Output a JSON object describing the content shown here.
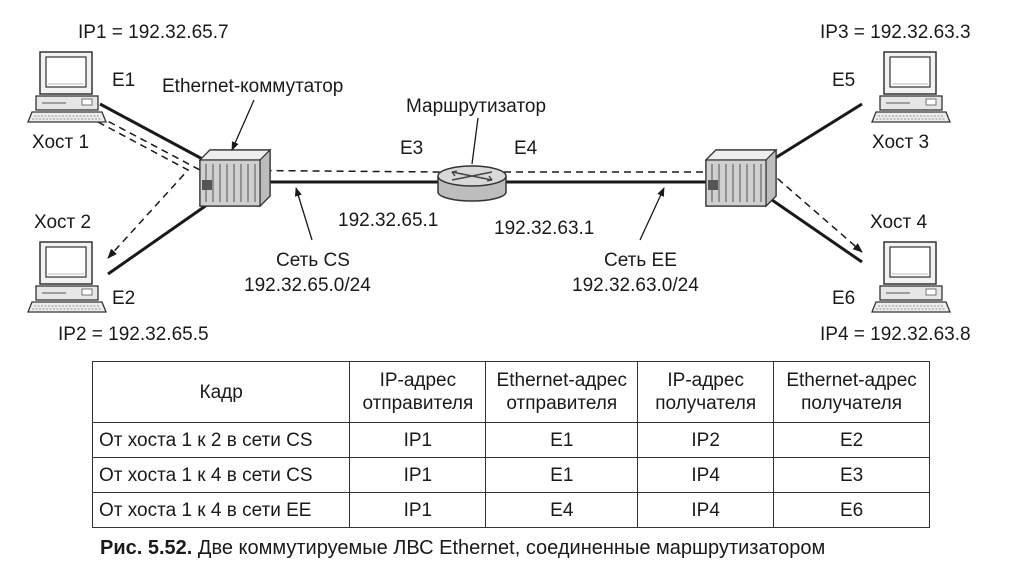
{
  "figure": {
    "host1_ip": "IP1 = 192.32.65.7",
    "host2_ip": "IP2 = 192.32.65.5",
    "host3_ip": "IP3 = 192.32.63.3",
    "host4_ip": "IP4 = 192.32.63.8",
    "host1": "Хост 1",
    "host2": "Хост 2",
    "host3": "Хост 3",
    "host4": "Хост 4",
    "e1": "E1",
    "e2": "E2",
    "e3": "E3",
    "e4": "E4",
    "e5": "E5",
    "e6": "E6",
    "switch_label": "Ethernet-коммутатор",
    "router_label": "Маршрутизатор",
    "router_ip_cs": "192.32.65.1",
    "router_ip_ee": "192.32.63.1",
    "net_cs_name": "Сеть CS",
    "net_cs_addr": "192.32.65.0/24",
    "net_ee_name": "Сеть EE",
    "net_ee_addr": "192.32.63.0/24"
  },
  "table": {
    "headers": [
      [
        "Кадр"
      ],
      [
        "IP-адрес",
        "отправителя"
      ],
      [
        "Ethernet-адрес",
        "отправителя"
      ],
      [
        "IP-адрес",
        "получателя"
      ],
      [
        "Ethernet-адрес",
        "получателя"
      ]
    ],
    "rows": [
      [
        "От хоста 1 к 2 в сети CS",
        "IP1",
        "E1",
        "IP2",
        "E2"
      ],
      [
        "От хоста 1 к 4 в сети CS",
        "IP1",
        "E1",
        "IP4",
        "E3"
      ],
      [
        "От хоста 1 к 4 в сети EE",
        "IP1",
        "E4",
        "IP4",
        "E6"
      ]
    ]
  },
  "caption": {
    "label": "Рис. 5.52.",
    "text": "Две коммутируемые ЛВС Ethernet, соединенные маршрутизатором"
  }
}
